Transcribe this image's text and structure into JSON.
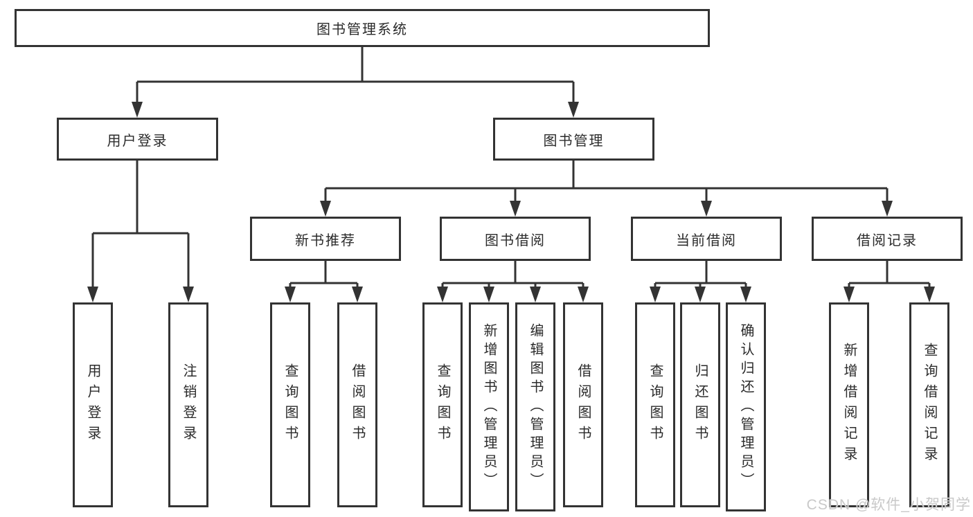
{
  "tree": {
    "root": "图书管理系统",
    "branches": [
      {
        "label": "用户登录",
        "children": [
          "用户登录",
          "注销登录"
        ]
      },
      {
        "label": "图书管理",
        "children": [
          {
            "label": "新书推荐",
            "children": [
              "查询图书",
              "借阅图书"
            ]
          },
          {
            "label": "图书借阅",
            "children": [
              "查询图书",
              "新增图书（管理员）",
              "编辑图书（管理员）",
              "借阅图书"
            ]
          },
          {
            "label": "当前借阅",
            "children": [
              "查询图书",
              "归还图书",
              "确认归还（管理员）"
            ]
          },
          {
            "label": "借阅记录",
            "children": [
              "新增借阅记录",
              "查询借阅记录"
            ]
          }
        ]
      }
    ]
  },
  "watermark": {
    "text": "CSDN @软件_小贺同学"
  },
  "colors": {
    "line": "#333333",
    "text": "#2b2b2b",
    "watermark": "#c9c9c9",
    "box_bg": "#ffffff"
  }
}
